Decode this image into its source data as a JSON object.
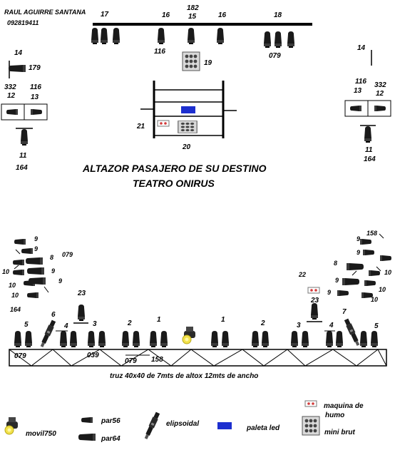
{
  "header": {
    "author": "RAUL AGUIRRE SANTANA",
    "phone": "092819411"
  },
  "title": {
    "line1": "ALTAZOR PASAJERO DE SU DESTINO",
    "line2": "TEATRO ONIRUS"
  },
  "truss_note": "truz 40x40 de 7mts de altox 12mts de ancho",
  "top_bar": {
    "l17": "17",
    "l16a": "16",
    "l182": "182",
    "l15": "15",
    "l16b": "16",
    "l18": "18",
    "l116": "116",
    "l079": "079",
    "l19": "19"
  },
  "left_pole": {
    "l14": "14",
    "l179": "179",
    "l332": "332",
    "l116": "116",
    "l12": "12",
    "l13": "13",
    "l11": "11",
    "l164": "164"
  },
  "right_pole": {
    "l14": "14",
    "l116": "116",
    "l332": "332",
    "l13": "13",
    "l12": "12",
    "l11": "11",
    "l164": "164"
  },
  "center": {
    "l21": "21",
    "l20": "20"
  },
  "left_cluster": {
    "n9a": "9",
    "n9b": "9",
    "n8": "8",
    "n079": "079",
    "n10a": "10",
    "n9c": "9",
    "n10b": "10",
    "n9d": "9",
    "n10c": "10",
    "n164": "164",
    "n23": "23",
    "n6": "6"
  },
  "right_cluster": {
    "n9a": "9",
    "n158": "158",
    "n9b": "9",
    "n8": "8",
    "n10a": "10",
    "n9c": "9",
    "n9d": "9",
    "n10b": "10",
    "n10c": "10",
    "n22": "22",
    "n23": "23",
    "n7": "7"
  },
  "truss_row": {
    "n5a": "5",
    "n4a": "4",
    "n3a": "3",
    "n2a": "2",
    "n1a": "1",
    "n1b": "1",
    "n2b": "2",
    "n3b": "3",
    "n4b": "4",
    "n5b": "5",
    "c079a": "079",
    "c039": "039",
    "c079b": "079",
    "c158": "158"
  },
  "legend": {
    "movil": "movil750",
    "par56": "par56",
    "par64": "par64",
    "elipsoidal": "elipsoidal",
    "paleta": "paleta led",
    "humo1": "maquina de",
    "humo2": "humo",
    "minibrut": "mini brut"
  },
  "colors": {
    "led": "#1d2fcf",
    "smoke": "#d23a3a",
    "movingHead": "#f2e14a"
  }
}
